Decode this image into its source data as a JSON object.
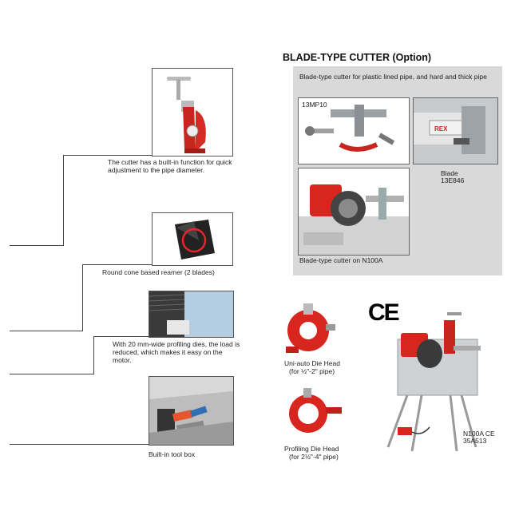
{
  "left": {
    "cutter_caption": "The cutter has a built-in function for quick adjustment to the pipe diameter.",
    "reamer_caption": "Round cone based  reamer (2 blades)",
    "dies_caption": "With 20 mm-wide profiling dies, the load is reduced, which makes it easy on the motor.",
    "toolbox_caption": "Built-in tool box"
  },
  "blade_section": {
    "title": "BLADE-TYPE CUTTER (Option)",
    "description": "Blade-type cutter for plastic lined pipe, and hard and thick pipe",
    "part_code": "13MP10",
    "blade_label": "Blade",
    "blade_code": "13E846",
    "machine_caption": "Blade-type cutter on N100A"
  },
  "die_heads": {
    "uni_auto_name": "Uni-auto Die Head",
    "uni_auto_range": "(for ½\"-2\" pipe)",
    "profiling_name": "Profiling Die Head",
    "profiling_range": "(for 2½\"-4\" pipe)"
  },
  "machine": {
    "model": "N100A CE",
    "code": "35A513",
    "ce_mark": "CE"
  }
}
